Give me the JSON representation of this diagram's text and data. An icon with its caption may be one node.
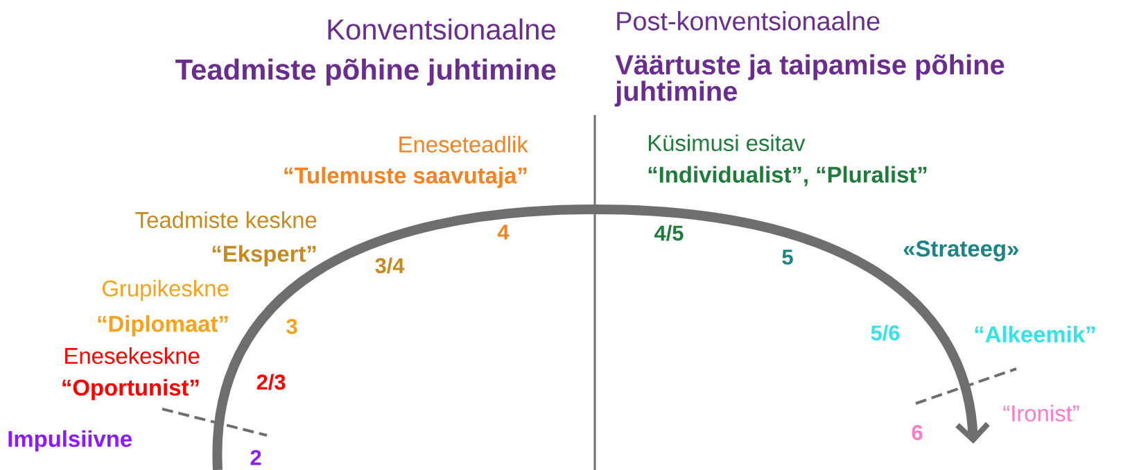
{
  "diagram": {
    "labels": [
      "Konventsionaalne",
      "Teadmiste põhine juhtimine",
      "Post-konventsionaalne",
      "Väärtuste ja taipamise põhine juhtimine",
      "Eneseteadlik",
      "“Tulemuste saavutaja”",
      "Küsimusi esitav",
      "“Individualist”, “Pluralist”",
      "Teadmiste keskne",
      "4",
      "4/5",
      "“Ekspert”",
      "«Strateeg»",
      "3/4",
      "5",
      "Grupikeskne",
      "“Diplomaat”",
      "3",
      "5/6",
      "“Alkeemik”",
      "Enesekeskne",
      "“Oportunist”",
      "2/3",
      "“Ironist”",
      "6",
      "Impulsiivne",
      "2"
    ]
  }
}
